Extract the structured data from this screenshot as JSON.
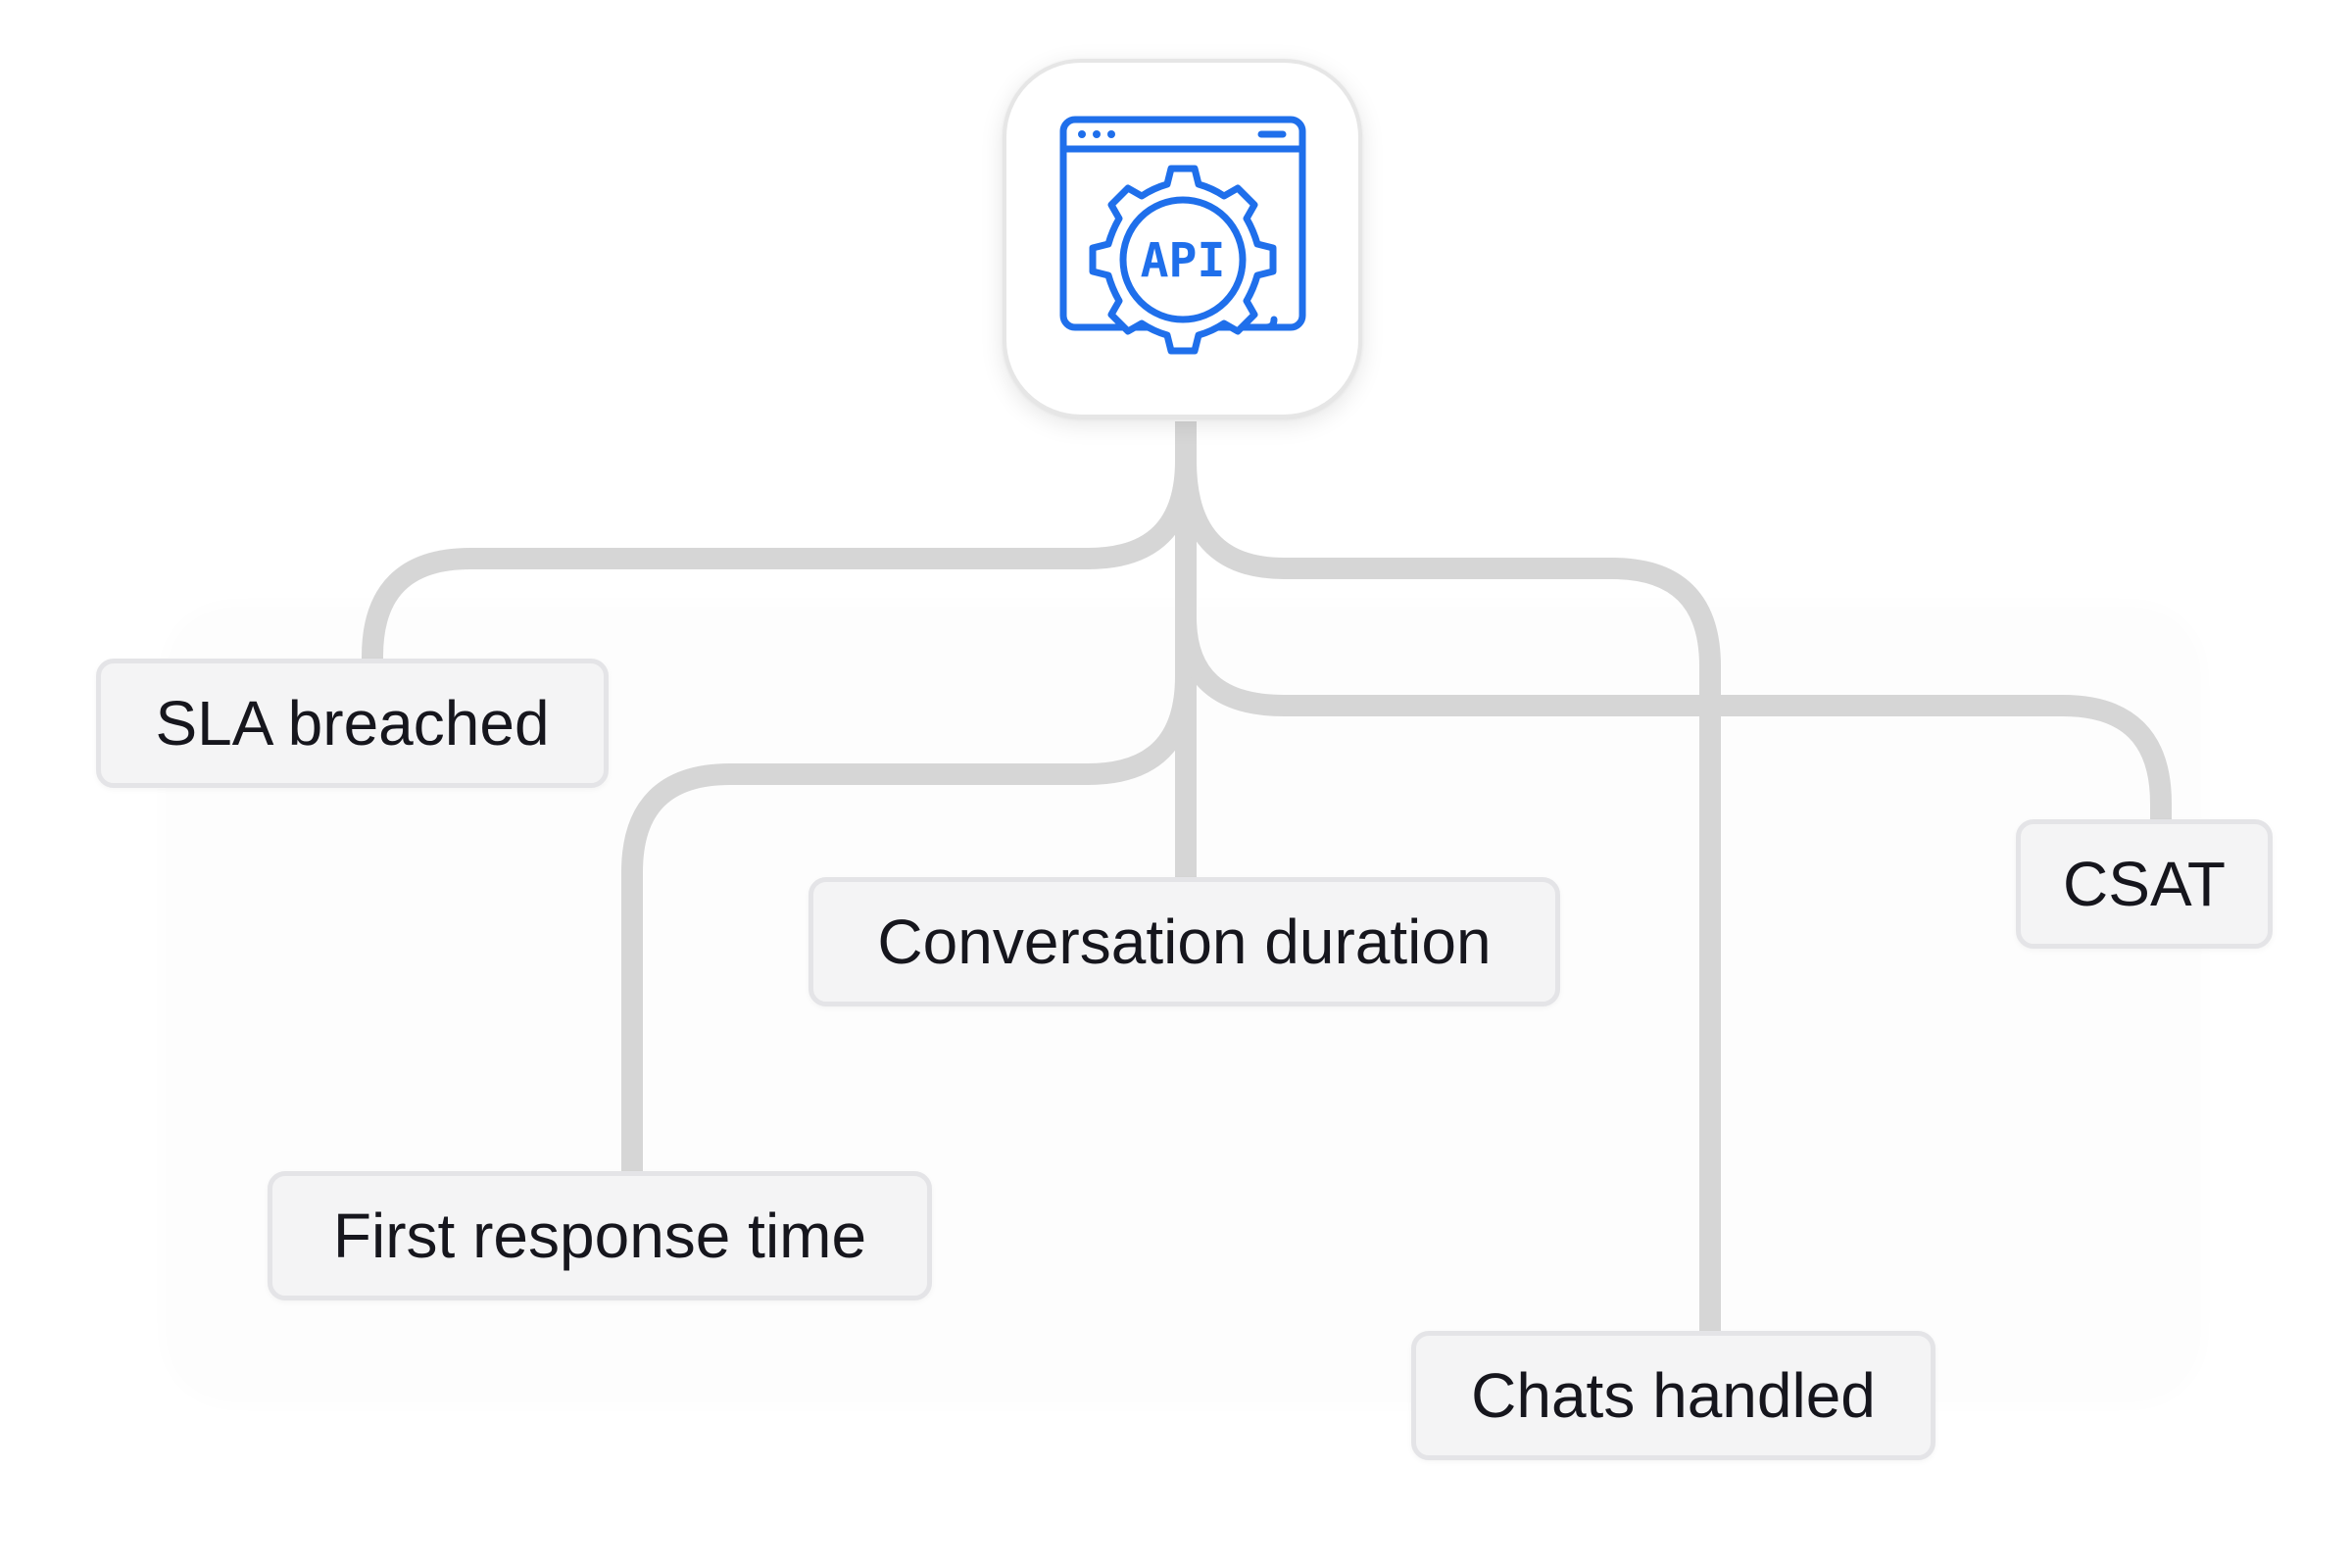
{
  "hub": {
    "icon": "api-gear-window-icon",
    "icon_text": "API",
    "icon_color": "#1f6feb"
  },
  "nodes": [
    {
      "id": "sla",
      "label": "SLA breached"
    },
    {
      "id": "conversation",
      "label": "Conversation duration"
    },
    {
      "id": "csat",
      "label": "CSAT"
    },
    {
      "id": "first_response",
      "label": "First response time"
    },
    {
      "id": "chats",
      "label": "Chats handled"
    }
  ],
  "colors": {
    "connector": "#d6d6d6",
    "node_background": "#f4f4f5",
    "node_border": "#e4e4e7",
    "text": "#16161d"
  }
}
